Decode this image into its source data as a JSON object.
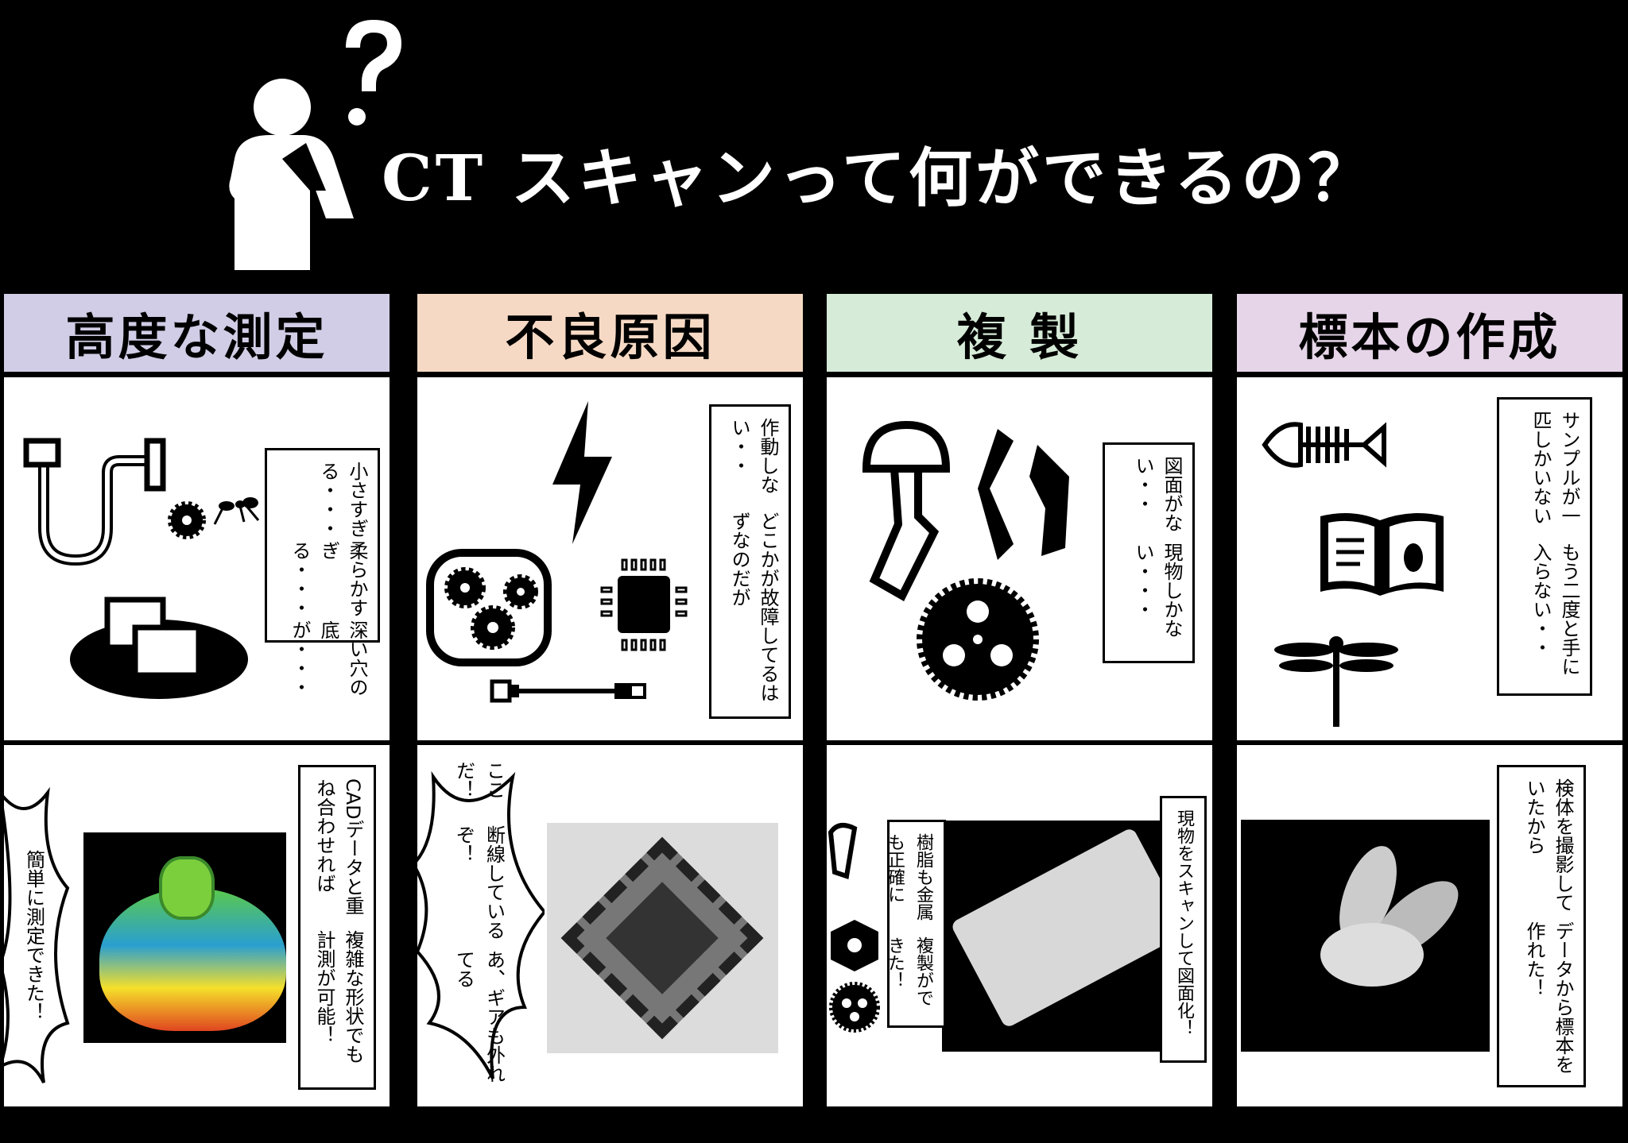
{
  "title": "CT スキャンって何ができるの？",
  "colors": {
    "measure": "#d1cde6",
    "defect": "#f6d9c4",
    "replica": "#d6ebd8",
    "specimen": "#e6d5e8"
  },
  "columns": [
    {
      "header": "高度な測定",
      "top_text": [
        "小さすぎる・・・",
        "柔らかすぎる・・・",
        "深い穴の底が・・・"
      ],
      "bottom_text": [
        "CADデータと重ね合わせれば",
        "複雑な形状でも計測が可能！"
      ],
      "burst_text": [
        "簡単に測定できた！"
      ]
    },
    {
      "header": "不良原因",
      "top_text": [
        "作動しない・・",
        "どこかが故障してるはずなのだが"
      ],
      "burst_text": [
        "ここだ！",
        "断線しているぞ！",
        "あ、ギアも外れてる"
      ]
    },
    {
      "header": "複 製",
      "top_text": [
        "図面がない・・",
        "現物しかない・・・"
      ],
      "bottom_text": [
        "現物をスキャンして図面化！"
      ],
      "bottom_text2": [
        "樹脂も金属も正確に",
        "複製ができた！"
      ]
    },
    {
      "header": "標本の作成",
      "top_text": [
        "サンプルが一匹しかいない",
        "もう二度と手に入らない・・"
      ],
      "bottom_text": [
        "検体を撮影していたから",
        "データから標本を作れた！"
      ]
    }
  ]
}
